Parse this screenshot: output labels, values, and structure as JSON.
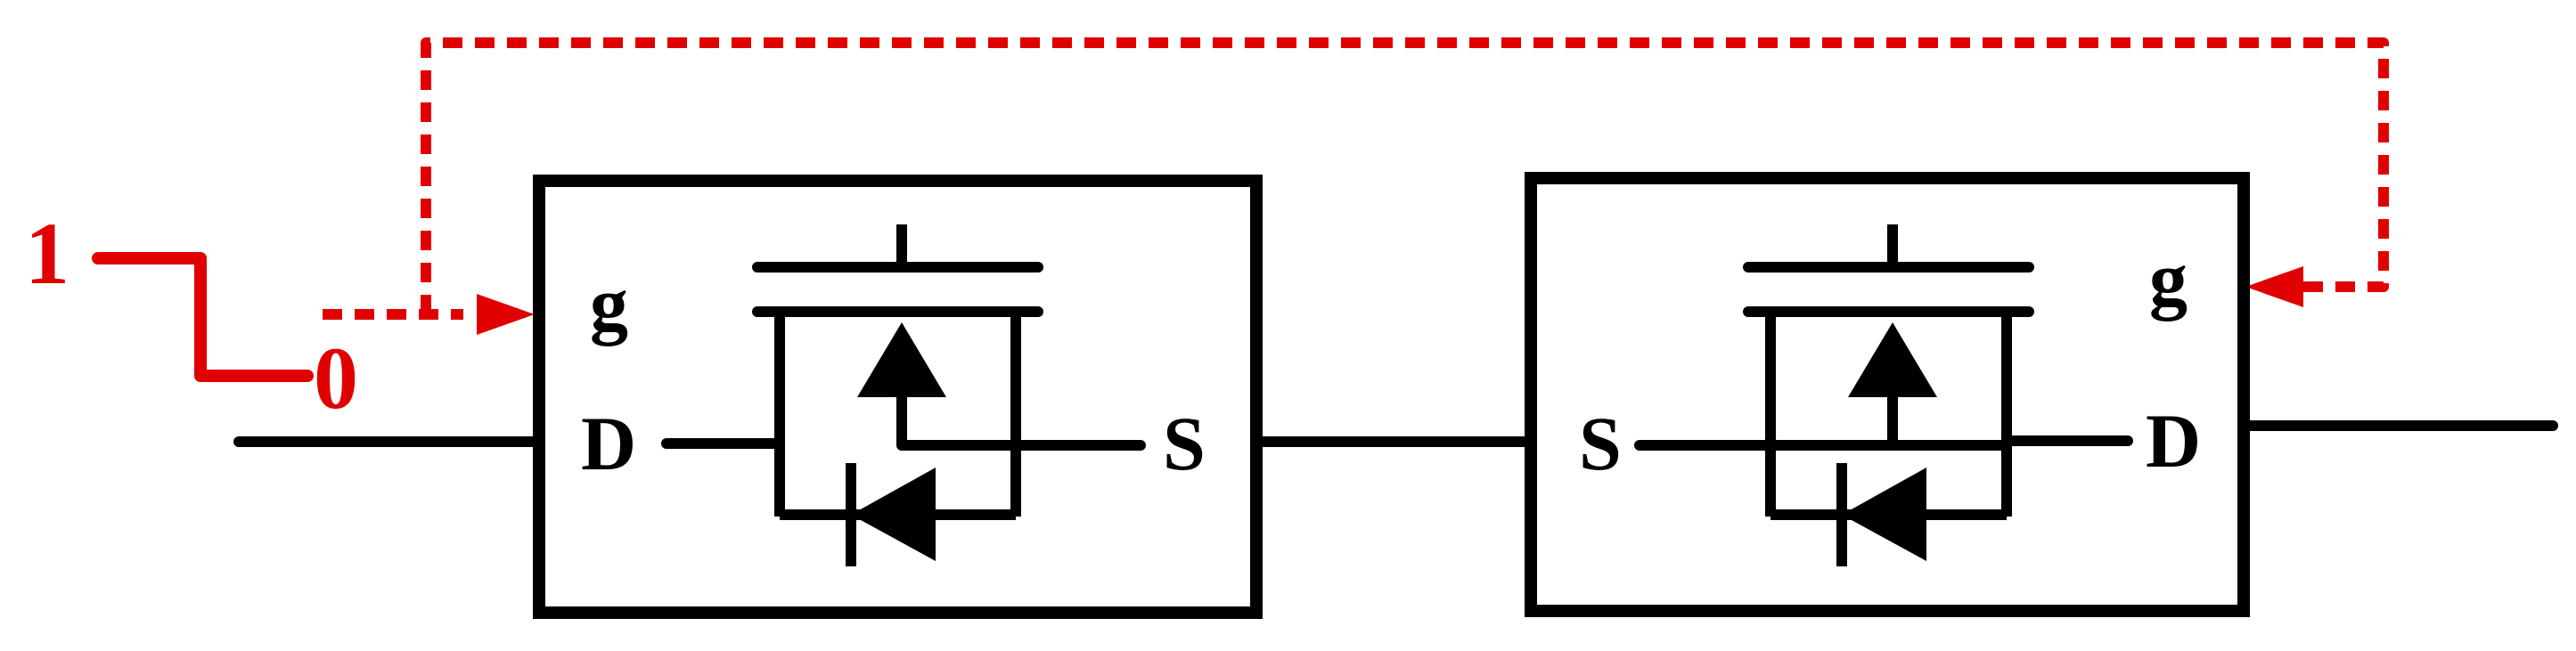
{
  "colors": {
    "wire": "#000000",
    "signal": "#e00000",
    "background": "#ffffff"
  },
  "signal": {
    "high_label": "1",
    "low_label": "0"
  },
  "switch_left": {
    "gate_label": "g",
    "drain_label": "D",
    "source_label": "S"
  },
  "switch_right": {
    "gate_label": "g",
    "drain_label": "D",
    "source_label": "S"
  }
}
